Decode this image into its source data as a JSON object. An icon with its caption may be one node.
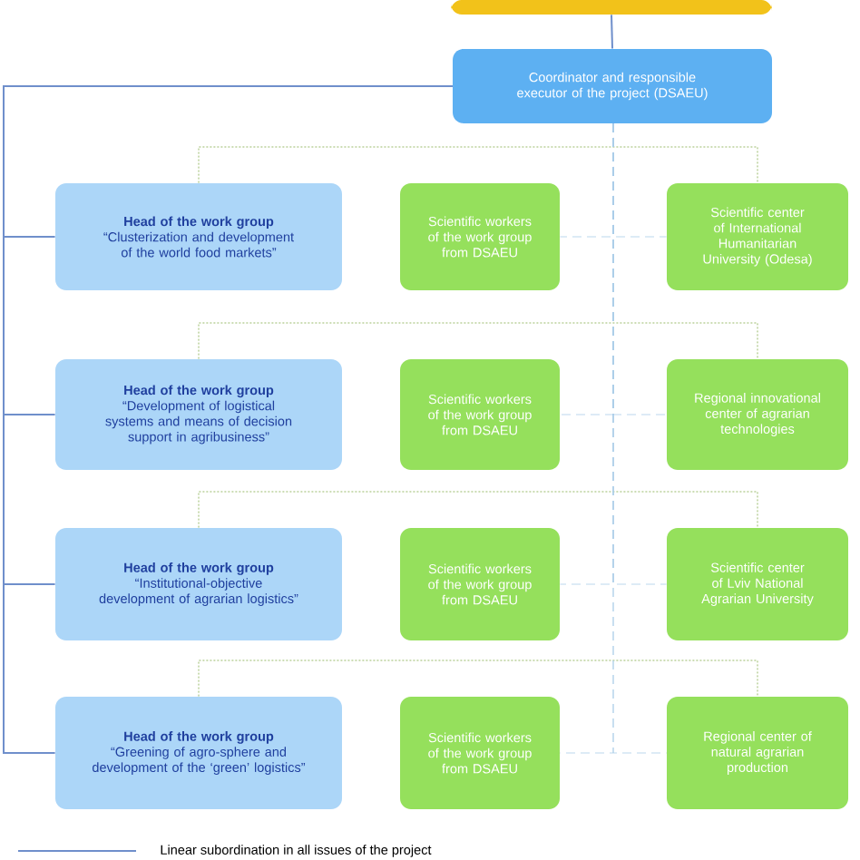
{
  "diagram": {
    "nodes": [
      {
        "text": [],
        "shape": "box"
      },
      {
        "text": [
          "Coordinator and responsible executor of the project (DSAEU)"
        ]
      },
      {
        "text": [
          "Head of the work group",
          "“Clusterization and development of the world food markets”"
        ]
      },
      {
        "text": [
          "Scientific workers of the work group from DSAEU"
        ]
      },
      {
        "text": [
          "Scientific center of International Humanitarian University (Odesa)"
        ]
      },
      {
        "text": [
          "Head of the work group",
          "“Development of logistical systems and means of decision support in agribusiness”"
        ]
      },
      {
        "text": [
          "Scientific workers of the work group from DSAEU"
        ]
      },
      {
        "text": [
          "Regional innovational center of agrarian technologies"
        ]
      },
      {
        "text": [
          "Head of the work group",
          "“Institutional-objective development of agrarian logistics”"
        ]
      },
      {
        "text": [
          "Scientific workers of the work group from DSAEU"
        ]
      },
      {
        "text": [
          "Scientific center of Lviv National Agrarian University"
        ]
      },
      {
        "text": [
          "Head of the work group",
          "“Greening of agro-sphere and development of the ‘green’ logistics”"
        ]
      },
      {
        "text": [
          "Scientific workers of the work group from DSAEU"
        ]
      },
      {
        "text": [
          "Regional center of natural agrarian production"
        ]
      }
    ],
    "edges": [
      {
        "from": 0,
        "to": 1,
        "arrow": "none"
      },
      {
        "from": 1,
        "to": 2,
        "arrow": "none"
      },
      {
        "from": 1,
        "to": 5,
        "arrow": "none"
      },
      {
        "from": 1,
        "to": 8,
        "arrow": "none"
      },
      {
        "from": 1,
        "to": 11,
        "arrow": "none"
      },
      {
        "from": 2,
        "to": 4,
        "arrow": "none",
        "style": "dashed",
        "color": "#7fa843"
      },
      {
        "from": 5,
        "to": 7,
        "arrow": "none",
        "style": "dashed",
        "color": "#7fa843"
      },
      {
        "from": 8,
        "to": 10,
        "arrow": "none",
        "style": "dashed",
        "color": "#7fa843"
      },
      {
        "from": 11,
        "to": 13,
        "arrow": "none",
        "style": "dashed",
        "color": "#7fa843"
      },
      {
        "from": 1,
        "to": 3,
        "arrow": "none",
        "style": "dashed",
        "color": "#a9cde9"
      },
      {
        "from": 1,
        "to": 4,
        "arrow": "none",
        "style": "dashed",
        "color": "#a9cde9"
      },
      {
        "from": 1,
        "to": 6,
        "arrow": "none",
        "style": "dashed",
        "color": "#a9cde9"
      },
      {
        "from": 1,
        "to": 7,
        "arrow": "none",
        "style": "dashed",
        "color": "#a9cde9"
      },
      {
        "from": 1,
        "to": 9,
        "arrow": "none",
        "style": "dashed",
        "color": "#a9cde9"
      },
      {
        "from": 1,
        "to": 10,
        "arrow": "none",
        "style": "dashed",
        "color": "#a9cde9"
      },
      {
        "from": 1,
        "to": 12,
        "arrow": "none",
        "style": "dashed",
        "color": "#a9cde9"
      },
      {
        "from": 1,
        "to": 13,
        "arrow": "none",
        "style": "dashed",
        "color": "#a9cde9"
      }
    ],
    "legend": [
      {
        "text": "Linear subordination in all issues of the project"
      }
    ]
  }
}
